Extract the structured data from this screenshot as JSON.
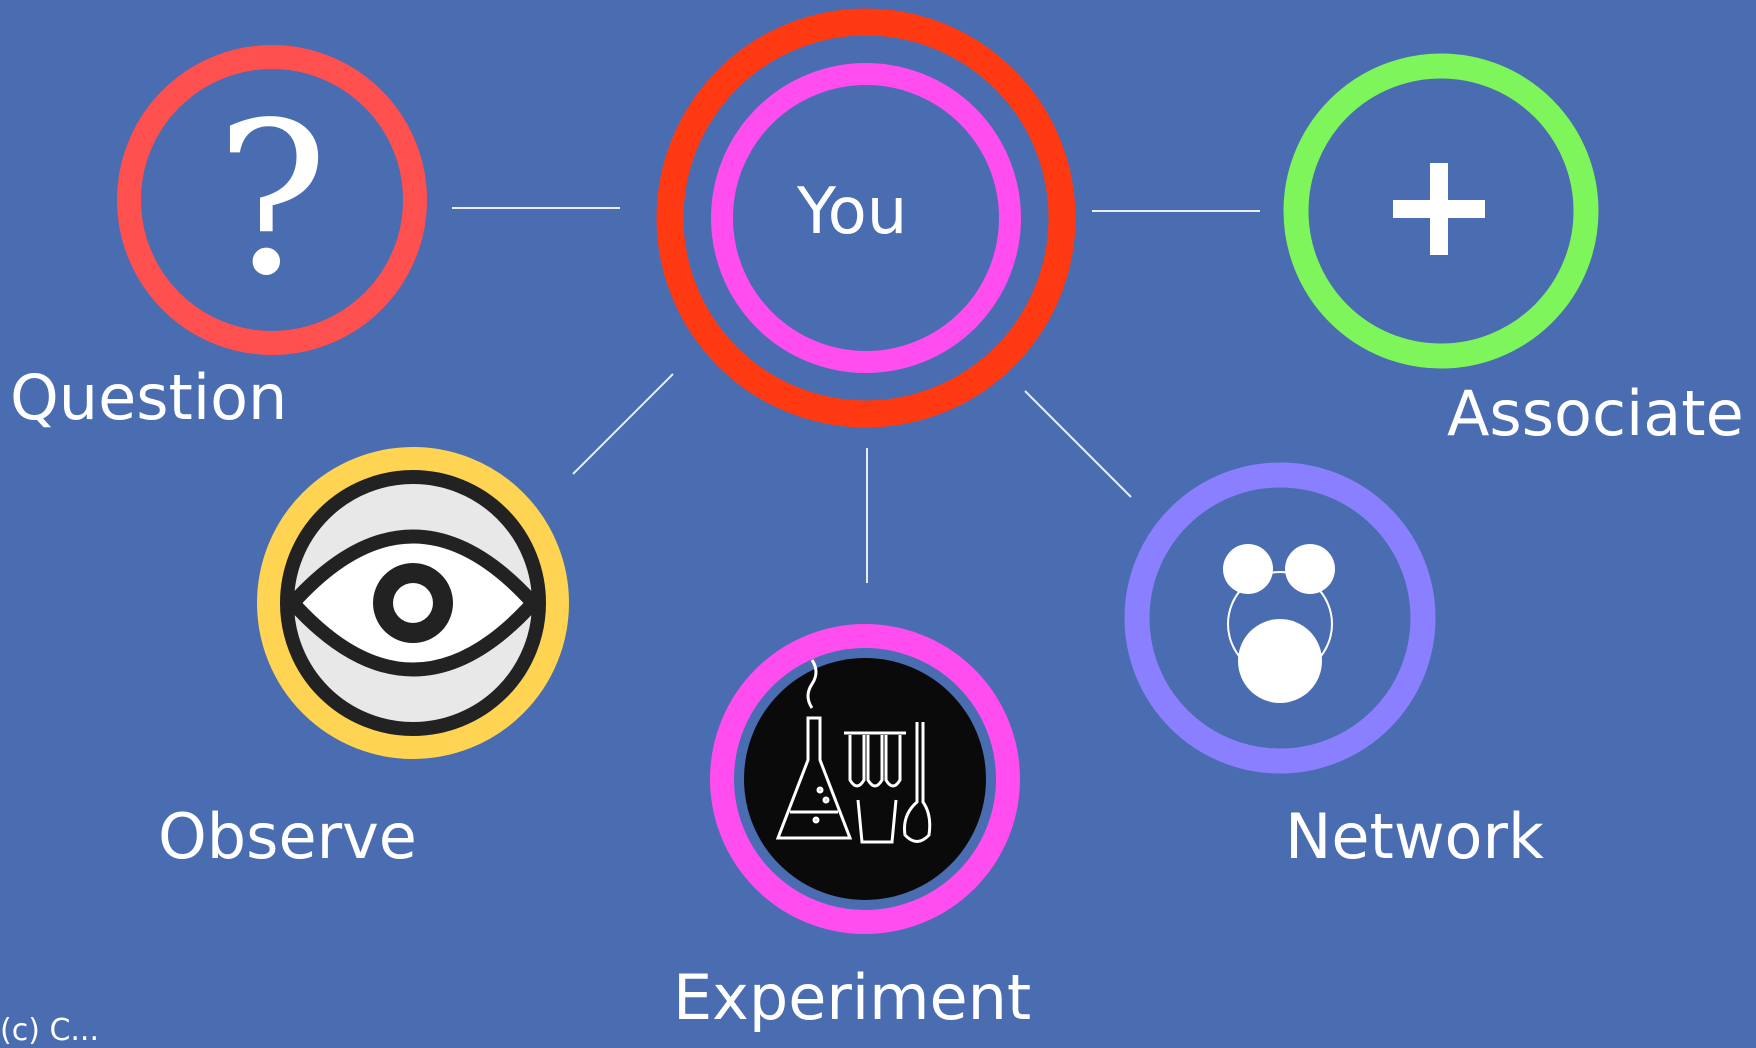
{
  "background_color": "#4a6cb0",
  "center": {
    "label": "You",
    "outer_ring_color": "#ff3a12",
    "inner_ring_color": "#ff4df0"
  },
  "nodes": [
    {
      "id": "question",
      "label": "Question",
      "ring_color": "#ff5050",
      "icon": "question-mark-icon"
    },
    {
      "id": "associate",
      "label": "Associate",
      "ring_color": "#7ef55a",
      "icon": "plus-icon"
    },
    {
      "id": "observe",
      "label": "Observe",
      "ring_color": "#ffd452",
      "icon": "eye-icon"
    },
    {
      "id": "experiment",
      "label": "Experiment",
      "ring_color": "#ff4df0",
      "icon": "lab-glassware-icon"
    },
    {
      "id": "network",
      "label": "Network",
      "ring_color": "#8a80ff",
      "icon": "network-nodes-icon"
    }
  ],
  "icon_glyphs": {
    "question": "?",
    "associate": "+"
  },
  "connector_color": "#e8ecf5",
  "footnote": "(c) C..."
}
